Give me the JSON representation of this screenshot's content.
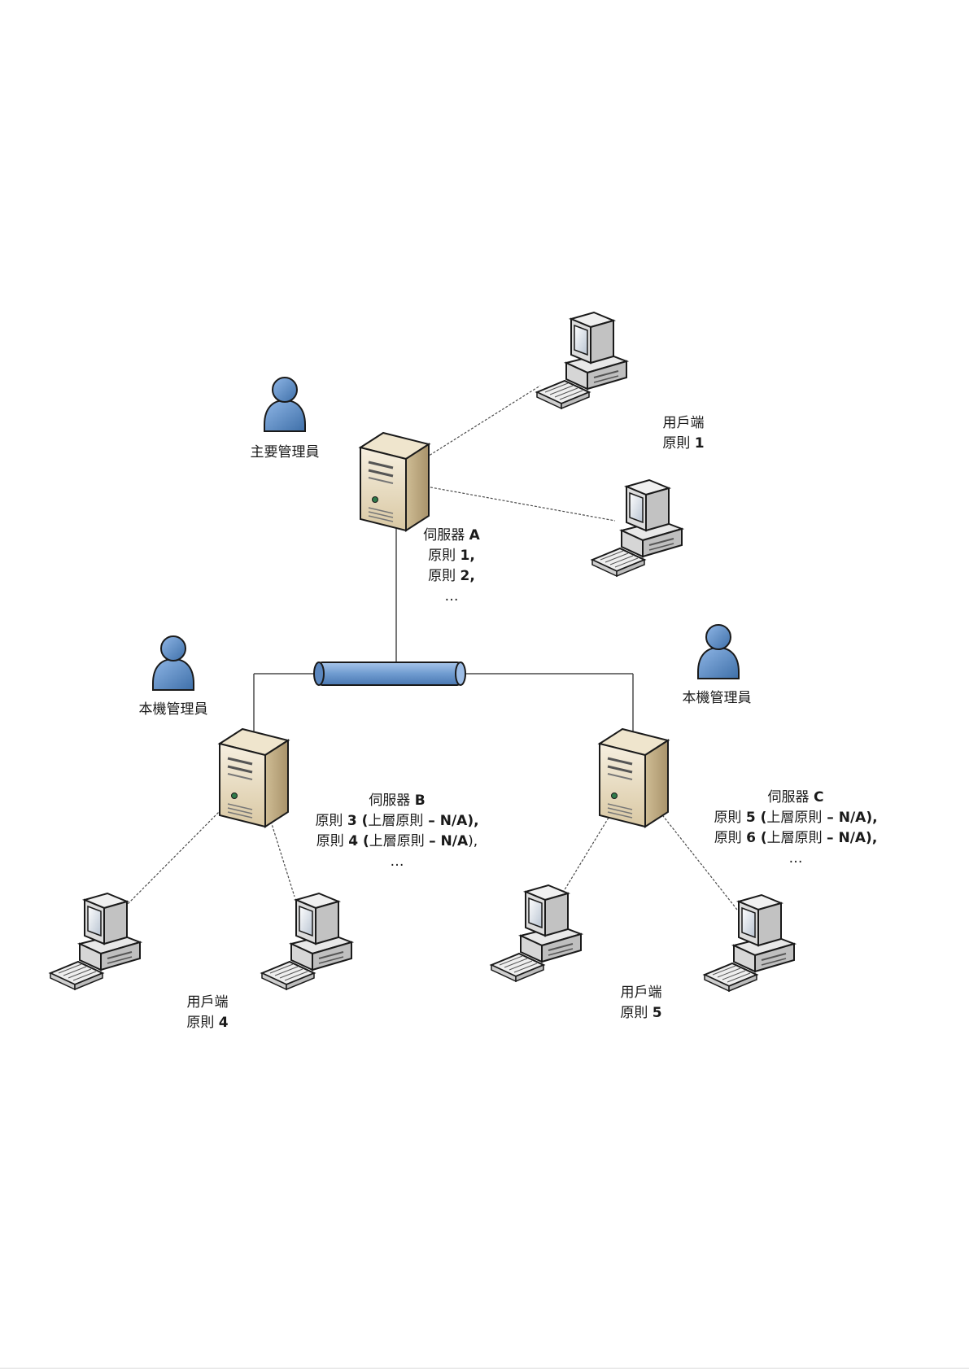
{
  "diagram": {
    "server_a": {
      "name_prefix": "伺服器 ",
      "name_id": "A",
      "rules": [
        {
          "prefix": "原則 ",
          "num": "1",
          "rest": ","
        },
        {
          "prefix": "原則 ",
          "num": "2",
          "rest": ","
        }
      ],
      "ellipsis": "…"
    },
    "server_b": {
      "name_prefix": "伺服器 ",
      "name_id": "B",
      "rules": [
        {
          "prefix": "原則 ",
          "num": "3",
          "paren_open": " (",
          "parent_label": "上層原則",
          "na": " – N/A)",
          "rest": ","
        },
        {
          "prefix": "原則 ",
          "num": "4",
          "paren_open": " (",
          "parent_label": "上層原則 ",
          "na": " – N/A",
          "rest": "),"
        }
      ],
      "ellipsis": "…"
    },
    "server_c": {
      "name_prefix": "伺服器 ",
      "name_id": "C",
      "rules": [
        {
          "prefix": "原則 ",
          "num": "5",
          "paren_open": " (",
          "parent_label": "上層原則",
          "na": " – N/A)",
          "rest": ","
        },
        {
          "prefix": "原則 ",
          "num": "6",
          "paren_open": " (",
          "parent_label": "上層原則 ",
          "na": " – N/A)",
          "rest": ","
        }
      ],
      "ellipsis": "…"
    },
    "client_top": {
      "title": "用戶端",
      "rule_prefix": "原則 ",
      "rule_num": "1"
    },
    "client_left": {
      "title": "用戶端",
      "rule_prefix": "原則 ",
      "rule_num": "4"
    },
    "client_right": {
      "title": "用戶端",
      "rule_prefix": "原則 ",
      "rule_num": "5"
    },
    "admin_primary": "主要管理員",
    "admin_local_left": "本機管理員",
    "admin_local_right": "本機管理員",
    "colors": {
      "person_fill": "#5b8fc9",
      "person_dark": "#3e6fa8",
      "server_front": "#efe6d2",
      "server_side": "#cdbb94",
      "pipe": "#6f9bd0",
      "line": "#4a4a4a"
    }
  }
}
